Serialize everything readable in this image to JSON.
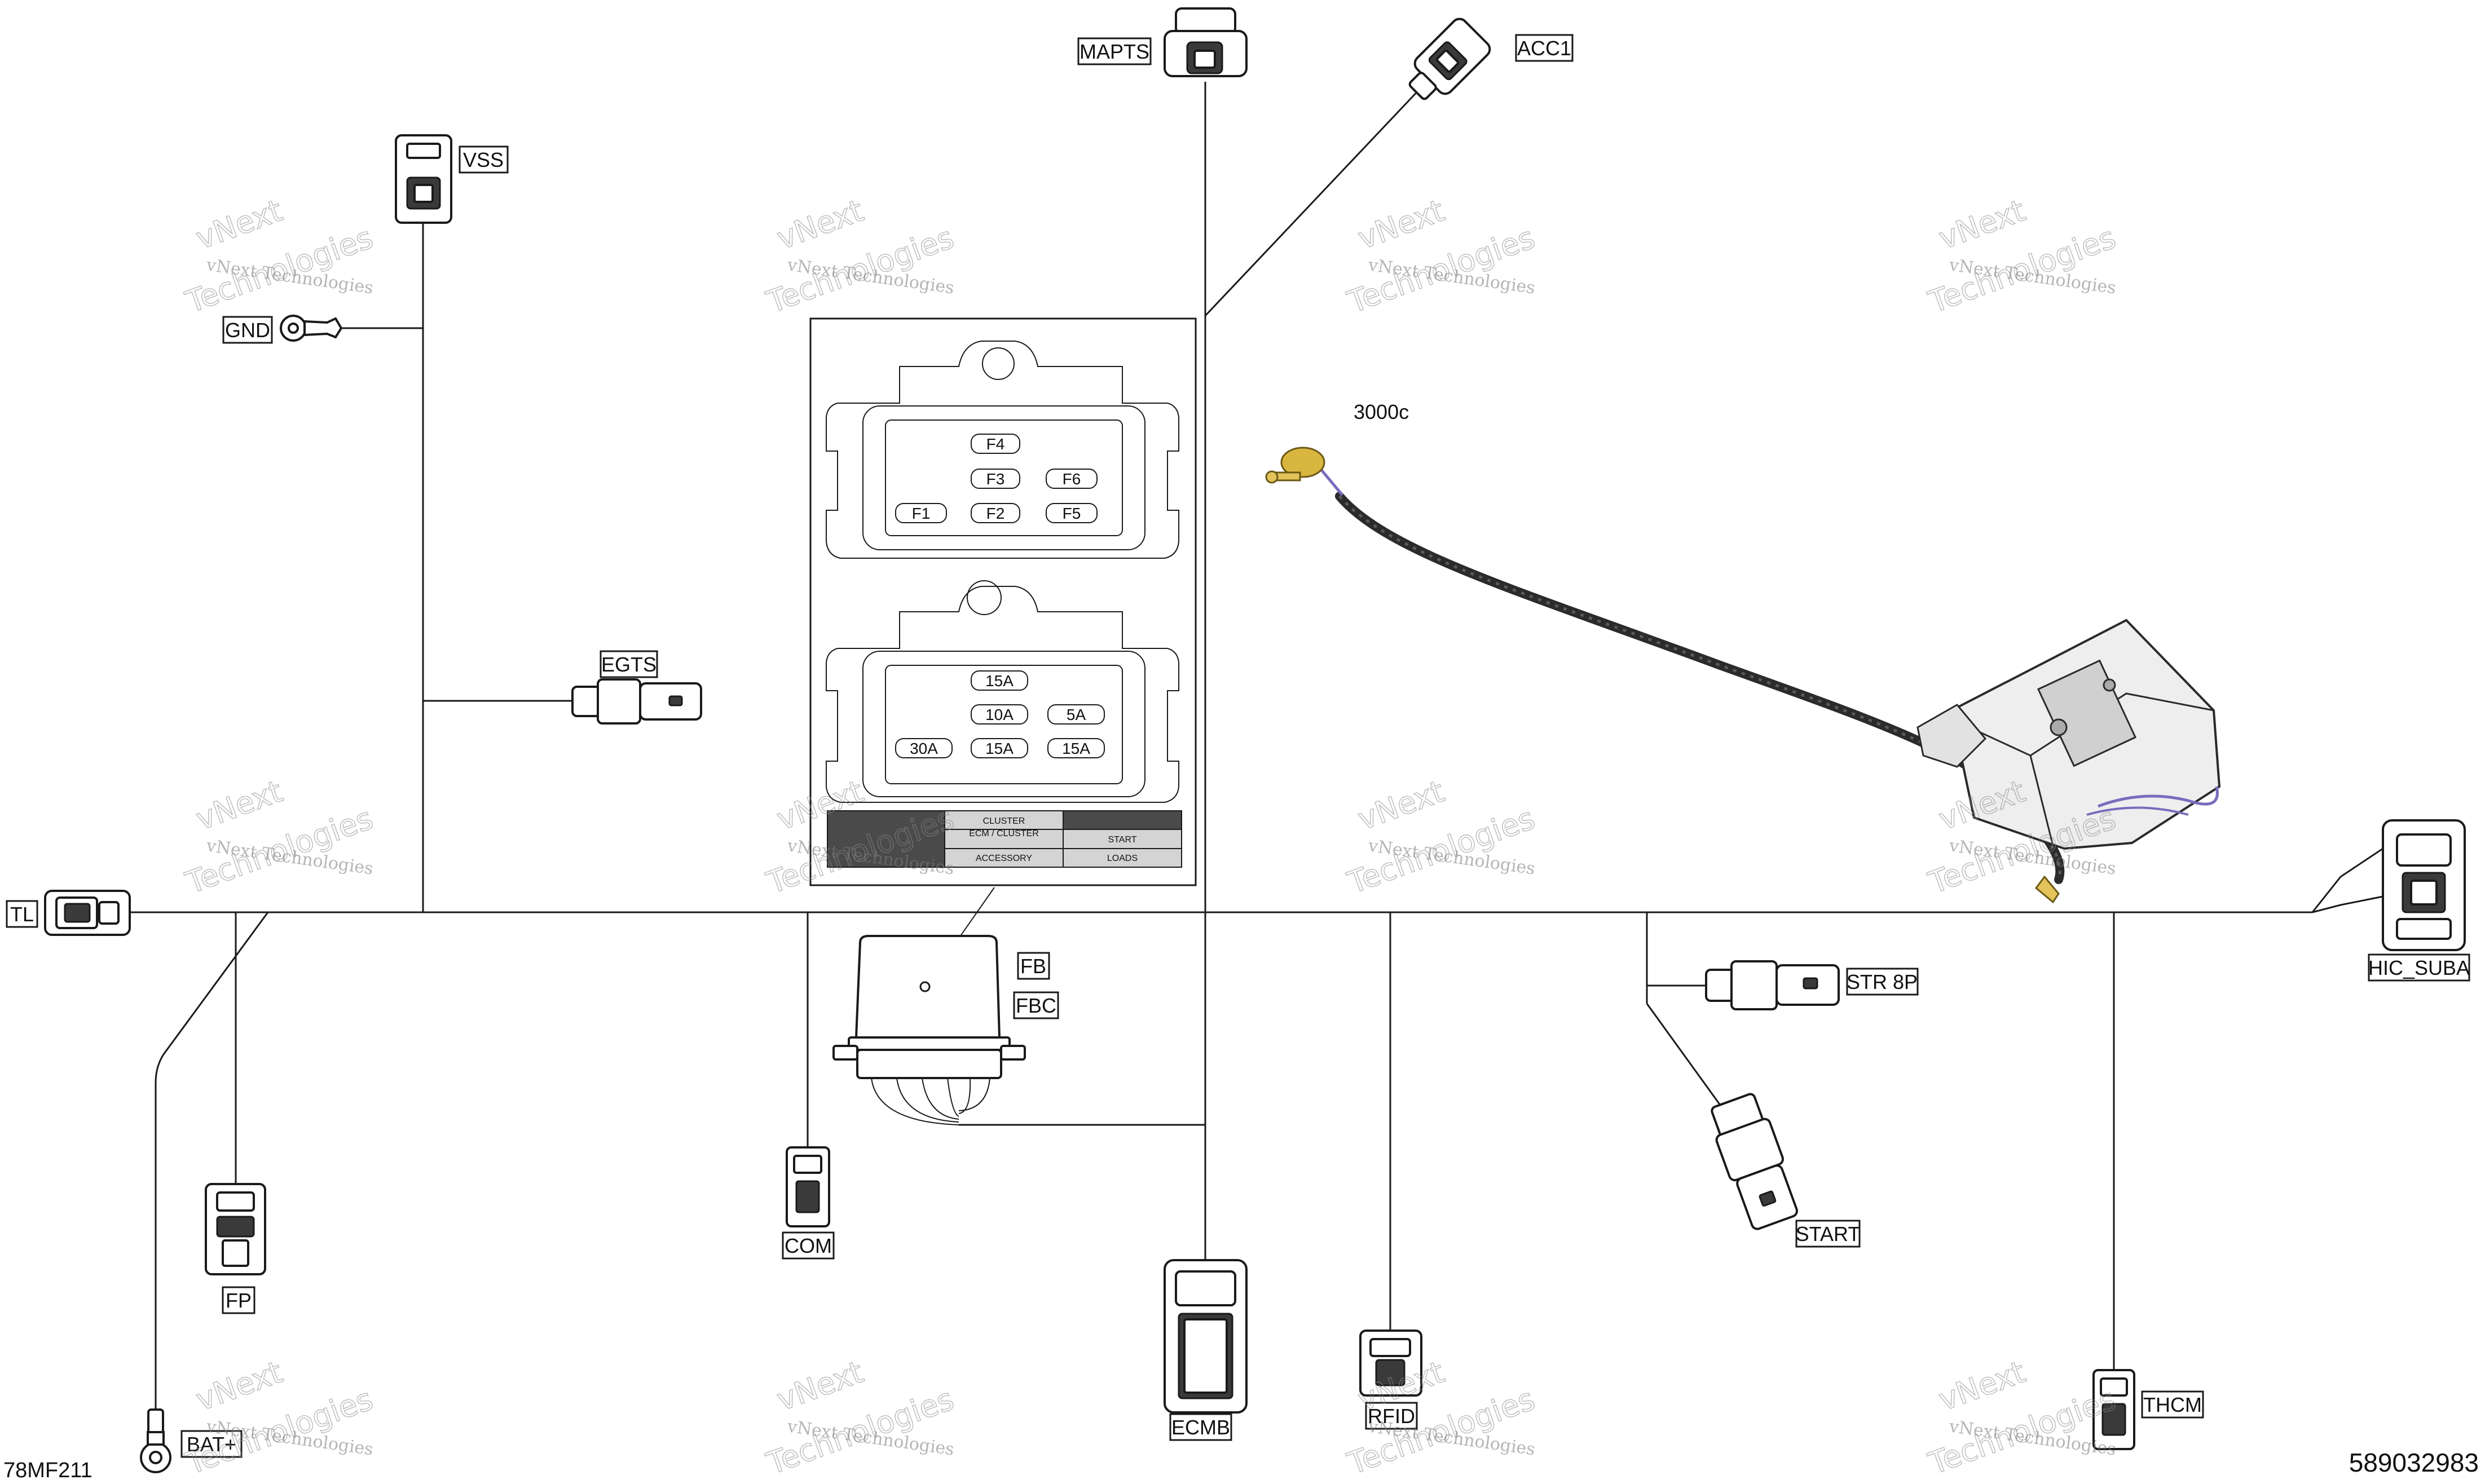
{
  "drawing_ref": "78MF211",
  "part_number": "589032983",
  "watermark": {
    "line1": "vNext",
    "line2": "Technologies",
    "line3": "vNext Technologies"
  },
  "connectors": {
    "mapts": "MAPTS",
    "acc1": "ACC1",
    "vss": "VSS",
    "gnd": "GND",
    "egts": "EGTS",
    "tl": "TL",
    "fb": "FB",
    "fbc": "FBC",
    "com": "COM",
    "fp": "FP",
    "bat": "BAT+",
    "ecmb": "ECMB",
    "rfid": "RFID",
    "str8p": "STR 8P",
    "start": "START",
    "thcm": "THCM",
    "hic_suba": "HIC_SUBA",
    "part_3000c": "3000c"
  },
  "fusebox": {
    "top_slots": {
      "f4": "F4",
      "f3": "F3",
      "f6": "F6",
      "f1": "F1",
      "f2": "F2",
      "f5": "F5"
    },
    "bottom_slots": {
      "r1": "15A",
      "r2a": "10A",
      "r2b": "5A",
      "r3a": "30A",
      "r3b": "15A",
      "r3c": "15A"
    },
    "legend": {
      "row1_left": "CLUSTER",
      "row2_left": "ECM / CLUSTER",
      "row2_right": "START",
      "row3_left": "ACCESSORY",
      "row3_right": "LOADS"
    }
  }
}
